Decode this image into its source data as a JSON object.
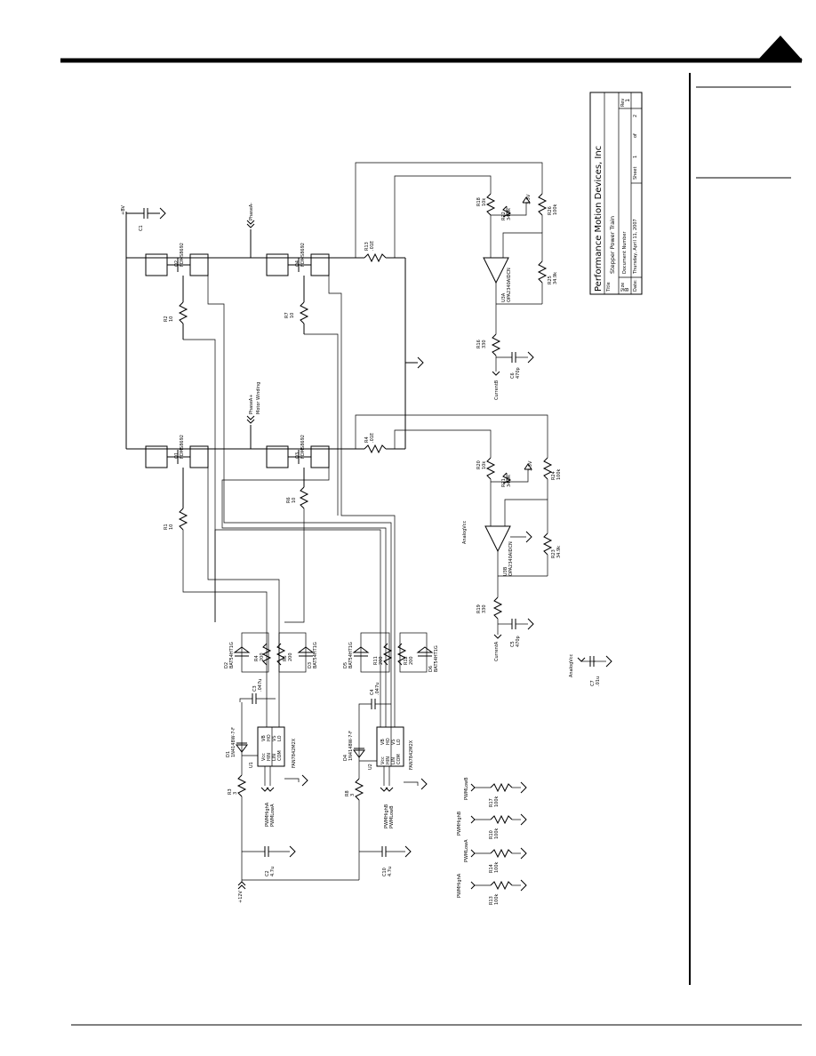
{
  "title_block": {
    "company": "Performance Motion Devices, Inc",
    "title_label": "Title",
    "title": "Stepper Power Train",
    "size_label": "Size",
    "size": "B",
    "doc_label": "Document Number",
    "rev_label": "Rev",
    "rev": "1",
    "date_label": "Date:",
    "date": "Thursday, April 11, 2007",
    "sheet_label": "Sheet",
    "sheet": "1",
    "of_label": "of",
    "sheets": "2"
  },
  "nets": {
    "supply_top": "+BV",
    "supply_bottom": "+12V",
    "phase_a": "PhaseA-",
    "phase_a_plus": "PhaseA+",
    "motor_winding": "Motor Winding",
    "current_a": "CurrentA",
    "current_b": "CurrentB",
    "analog_vcc": "AnalogVcc",
    "ref_3v": "3.3V"
  },
  "mosfets": {
    "q1": {
      "ref": "Q1",
      "part": "FDMS8692"
    },
    "q2": {
      "ref": "Q2",
      "part": "FDMS8692"
    },
    "q3": {
      "ref": "Q3",
      "part": "FDMS8692"
    },
    "q4": {
      "ref": "Q4",
      "part": "FDMS8692"
    }
  },
  "gate_resistors": {
    "r1": {
      "ref": "R1",
      "value": "10"
    },
    "r2": {
      "ref": "R2",
      "value": "10"
    },
    "r6": {
      "ref": "R6",
      "value": "10"
    },
    "r7": {
      "ref": "R7",
      "value": "10"
    }
  },
  "sense": {
    "r4": {
      "ref": "R4",
      "value": ".01E"
    },
    "r13": {
      "ref": "R13",
      "value": ".01E"
    },
    "r18": {
      "ref": "R18",
      "value": "10k"
    },
    "r20": {
      "ref": "R20",
      "value": "10k"
    },
    "r22": {
      "ref": "R22",
      "value": "34.9k"
    },
    "r21": {
      "ref": "R21",
      "value": "34.9k"
    },
    "r26": {
      "ref": "R26",
      "value": "100k"
    },
    "r24": {
      "ref": "R24",
      "value": "100k"
    },
    "r25": {
      "ref": "R25",
      "value": "34.9k"
    },
    "r23": {
      "ref": "R23",
      "value": "34.9k"
    },
    "r16": {
      "ref": "R16",
      "value": "330"
    },
    "r19": {
      "ref": "R19",
      "value": "330"
    },
    "c6": {
      "ref": "C6",
      "value": "470p"
    },
    "c5": {
      "ref": "C5",
      "value": "470p"
    },
    "u3a": {
      "ref": "U3A",
      "part": "OPA2340AIDCN"
    },
    "u3b": {
      "ref": "U3B",
      "part": "OPA2340AIDCN"
    }
  },
  "drivers": {
    "u1": {
      "ref": "U1",
      "part": "FAN7842M2X"
    },
    "u2": {
      "ref": "U2",
      "part": "FAN7842M2X"
    },
    "pins": [
      "Vcc",
      "HIN",
      "LIN",
      "COM",
      "VB",
      "HO",
      "VS",
      "LO"
    ],
    "d1": {
      "ref": "D1",
      "part": "1N4148W-7-F"
    },
    "d4": {
      "ref": "D4",
      "part": "1N4148W-7-F"
    },
    "d2": {
      "ref": "D2",
      "part": "BAT54HT1G"
    },
    "d3": {
      "ref": "D3",
      "part": "BAT54HT1G"
    },
    "d5": {
      "ref": "D5",
      "part": "BAT54HT1G"
    },
    "d6": {
      "ref": "D6",
      "part": "BAT54HT1G"
    },
    "r3": {
      "ref": "R3",
      "value": "3"
    },
    "r8": {
      "ref": "R8",
      "value": "3"
    },
    "r4b": {
      "ref": "R4",
      "value": "200"
    },
    "r5": {
      "ref": "R5",
      "value": "200"
    },
    "r11": {
      "ref": "R11",
      "value": "200"
    },
    "r12": {
      "ref": "R12",
      "value": "200"
    },
    "c3": {
      "ref": "C3",
      "value": ".047u"
    },
    "c4": {
      "ref": "C4",
      "value": ".047u"
    },
    "c2": {
      "ref": "C2",
      "value": "4.7u"
    },
    "c10": {
      "ref": "C10",
      "value": "4.7u"
    },
    "c1": {
      "ref": "C1",
      "value": ""
    },
    "c7": {
      "ref": "C7",
      "value": ".01u"
    }
  },
  "pwm": {
    "pwm_high_a": "PWMHighA",
    "pwm_low_a": "PWMLowA",
    "pwm_high_b": "PWMHighB",
    "pwm_low_b": "PWMLowB",
    "r17": {
      "ref": "R17",
      "value": "100k"
    },
    "r10": {
      "ref": "R10",
      "value": "100k"
    },
    "r14": {
      "ref": "R14",
      "value": "100k"
    },
    "r13b": {
      "ref": "R13",
      "value": "100k"
    }
  }
}
